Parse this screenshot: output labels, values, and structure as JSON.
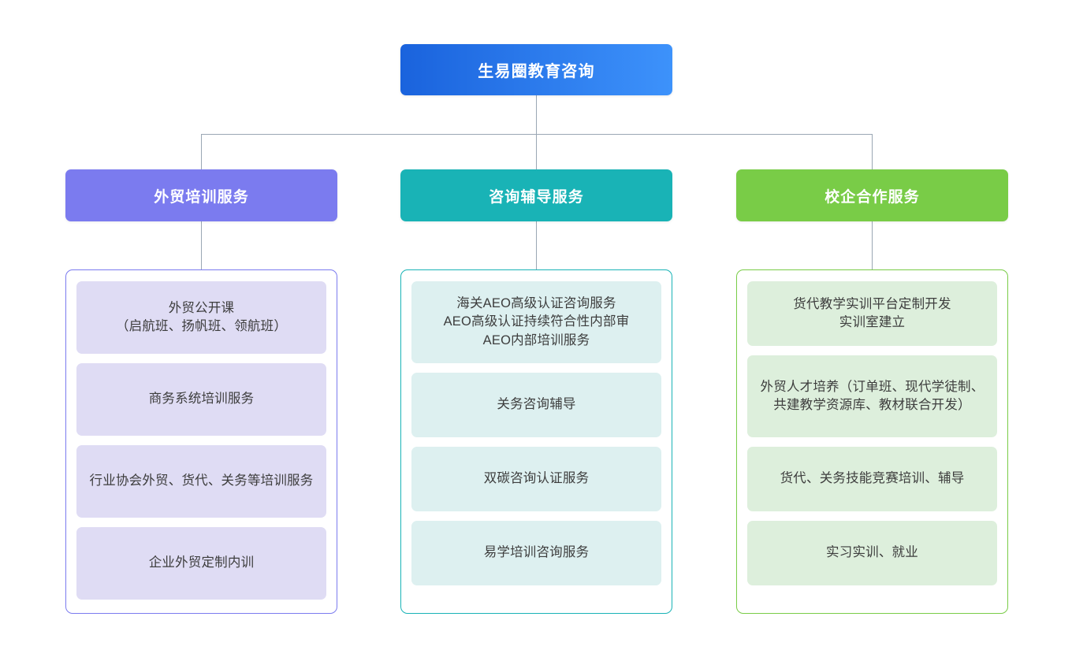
{
  "root": {
    "label": "生易圈教育咨询",
    "gradient_from": "#1a63dd",
    "gradient_to": "#3d92fb",
    "text_color": "#ffffff"
  },
  "connector_color": "#9aa7b4",
  "branches": [
    {
      "id": "foreign-trade-training",
      "label": "外贸培训服务",
      "header_color": "#7b7bef",
      "border_color": "#7b7bef",
      "chip_color": "#dfdcf4",
      "text_color": "#3d3d3d",
      "items": [
        {
          "label": "外贸公开课\n（启航班、扬帆班、领航班）",
          "size": "h-m"
        },
        {
          "label": "商务系统培训服务",
          "size": "h-m"
        },
        {
          "label": "行业协会外贸、货代、关务等培训服务",
          "size": "h-m"
        },
        {
          "label": "企业外贸定制内训",
          "size": "h-m"
        }
      ]
    },
    {
      "id": "consulting-tutoring",
      "label": "咨询辅导服务",
      "header_color": "#19b3b6",
      "border_color": "#19b3b6",
      "chip_color": "#ddf0f0",
      "text_color": "#3d3d3d",
      "items": [
        {
          "label": "海关AEO高级认证咨询服务\nAEO高级认证持续符合性内部审\nAEO内部培训服务",
          "size": "h-l"
        },
        {
          "label": "关务咨询辅导",
          "size": "h-s"
        },
        {
          "label": "双碳咨询认证服务",
          "size": "h-s"
        },
        {
          "label": "易学培训咨询服务",
          "size": "h-s"
        }
      ]
    },
    {
      "id": "school-enterprise-cooperation",
      "label": "校企合作服务",
      "header_color": "#79cc47",
      "border_color": "#79cc47",
      "chip_color": "#ddefdc",
      "text_color": "#3d3d3d",
      "items": [
        {
          "label": "货代教学实训平台定制开发\n实训室建立",
          "size": "h-s"
        },
        {
          "label": "外贸人才培养（订单班、现代学徒制、共建教学资源库、教材联合开发）",
          "size": "h-l"
        },
        {
          "label": "货代、关务技能竞赛培训、辅导",
          "size": "h-s"
        },
        {
          "label": "实习实训、就业",
          "size": "h-s"
        }
      ]
    }
  ]
}
